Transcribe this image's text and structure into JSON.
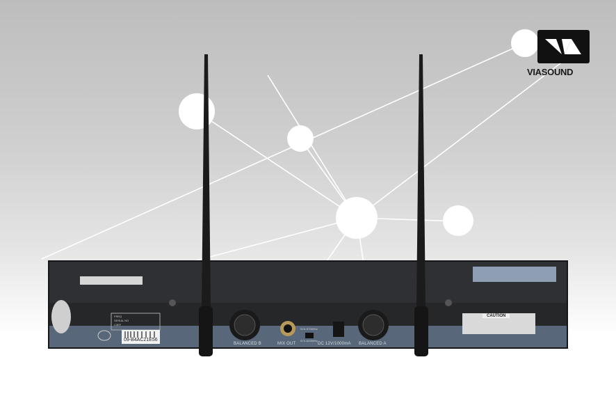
{
  "brand": {
    "name": "VIASOUND",
    "logo_mark": "VA"
  },
  "device": {
    "ports": [
      {
        "label": "BALANCED B"
      },
      {
        "label": "MIX OUT"
      },
      {
        "label": "DC 12V/1000mA"
      },
      {
        "label": "BALANCED A"
      }
    ],
    "switch_labels": [
      "515-570MHz",
      "570-620MHz"
    ],
    "barcode": "09-B4AC21E56",
    "serial_label": [
      "FREQ",
      "SERIAL NO",
      "C3EF"
    ],
    "caution_label": "CAUTION"
  },
  "colors": {
    "panel": "#2b2c2e",
    "strip": "#58687a",
    "background_top": "#bdbdbd"
  }
}
